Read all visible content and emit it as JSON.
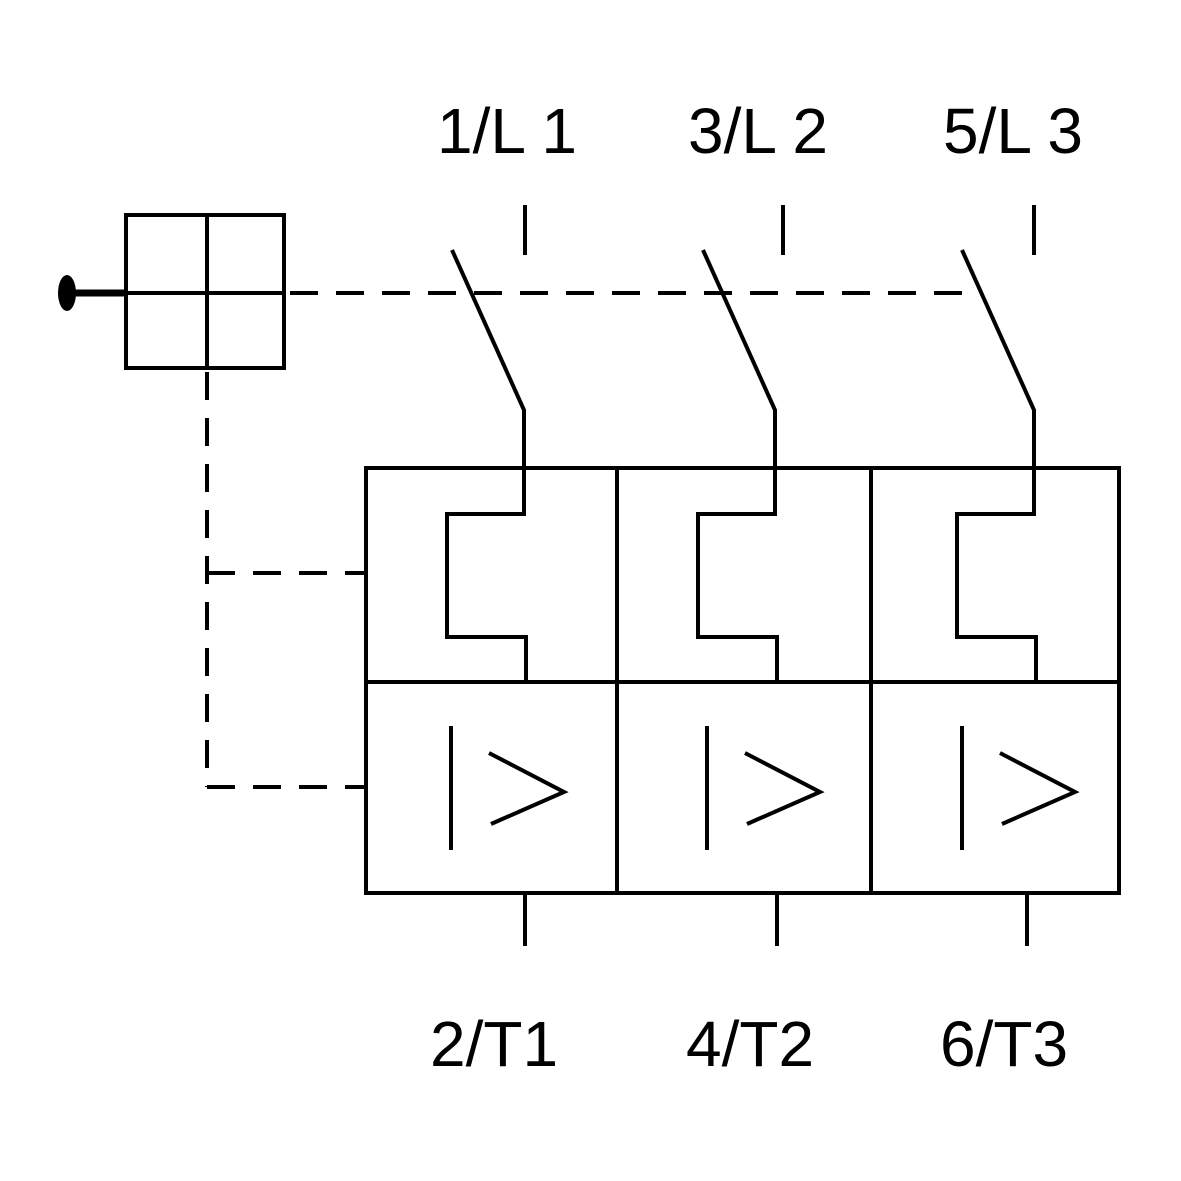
{
  "diagram": {
    "title": "Three-pole motor protection circuit breaker symbol",
    "line_color": "#000000",
    "background": "#ffffff",
    "top_terminals": [
      "1/L 1",
      "3/L 2",
      "5/L 3"
    ],
    "bottom_terminals": [
      "2/T1",
      "4/T2",
      "6/T3"
    ],
    "poles": [
      {
        "name": "pole-1",
        "thermal_release": "thermal-overload",
        "magnetic_release": "overcurrent"
      },
      {
        "name": "pole-2",
        "thermal_release": "thermal-overload",
        "magnetic_release": "overcurrent"
      },
      {
        "name": "pole-3",
        "thermal_release": "thermal-overload",
        "magnetic_release": "overcurrent"
      }
    ],
    "actuator": "manual-actuator-with-latch",
    "mechanical_link": "dashed"
  }
}
